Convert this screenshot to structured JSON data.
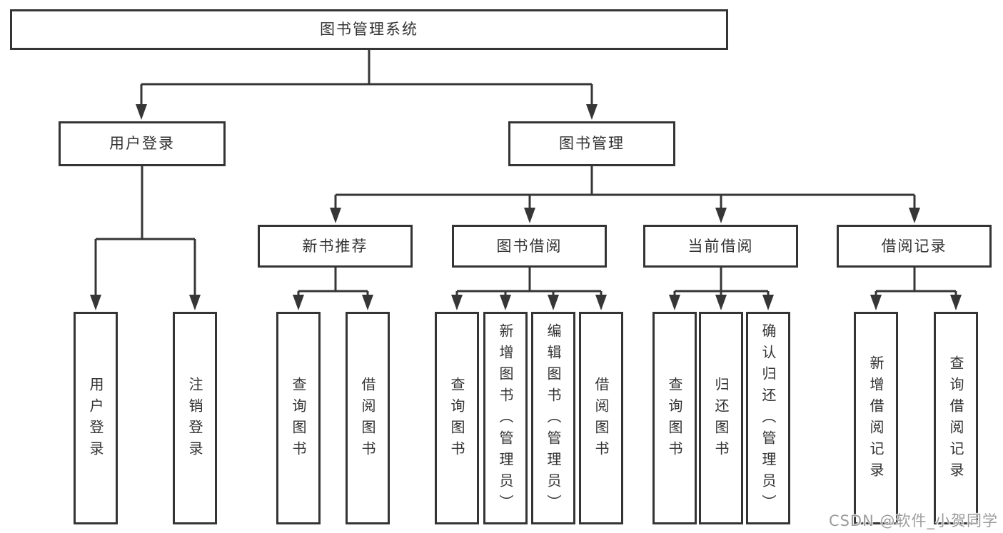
{
  "tree": {
    "label": "图书管理系统",
    "children": [
      {
        "label": "用户登录",
        "children": [
          {
            "label": "用户登录"
          },
          {
            "label": "注销登录"
          }
        ]
      },
      {
        "label": "图书管理",
        "children": [
          {
            "label": "新书推荐",
            "children": [
              {
                "label": "查询图书"
              },
              {
                "label": "借阅图书"
              }
            ]
          },
          {
            "label": "图书借阅",
            "children": [
              {
                "label": "查询图书"
              },
              {
                "label": "新增图书（管理员）"
              },
              {
                "label": "编辑图书（管理员）"
              },
              {
                "label": "借阅图书"
              }
            ]
          },
          {
            "label": "当前借阅",
            "children": [
              {
                "label": "查询图书"
              },
              {
                "label": "归还图书"
              },
              {
                "label": "确认归还（管理员）"
              }
            ]
          },
          {
            "label": "借阅记录",
            "children": [
              {
                "label": "新增借阅记录"
              },
              {
                "label": "查询借阅记录"
              }
            ]
          }
        ]
      }
    ]
  },
  "watermark": {
    "text": "CSDN @软件_小贺同学"
  },
  "colors": {
    "box_border": "#343434",
    "connector_line": "#363636",
    "text": "#333333",
    "background": "#ffffff",
    "watermark_text": "#9c9c9c"
  }
}
